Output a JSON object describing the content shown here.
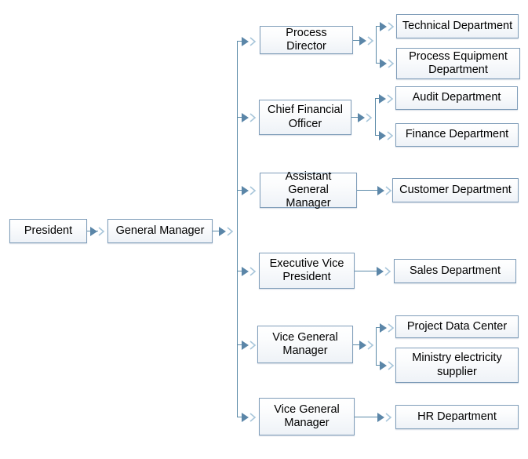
{
  "diagram": {
    "title": "Company Organizational Chart",
    "type": "org-chart",
    "colors": {
      "box_border": "#7f9db9",
      "box_fill_top": "#ffffff",
      "box_fill_bottom": "#eef2f7",
      "connector": "#5b8aa8",
      "arrow_solid": "#5b86a8",
      "arrow_outline": "#9fc0d6",
      "text": "#000000",
      "background": "#ffffff"
    },
    "icons": {
      "arrow": "double-chevron-arrow-icon"
    }
  },
  "nodes": {
    "president": {
      "label": "President"
    },
    "general_manager": {
      "label": "General Manager"
    },
    "process_director": {
      "label": "Process Director"
    },
    "chief_financial_officer": {
      "line1": "Chief Financial",
      "line2": "Officer"
    },
    "assistant_general_manager": {
      "line1": "Assistant General",
      "line2": "Manager"
    },
    "executive_vice_president": {
      "line1": "Executive Vice",
      "line2": "President"
    },
    "vice_general_manager_1": {
      "line1": "Vice General",
      "line2": "Manager"
    },
    "vice_general_manager_2": {
      "line1": "Vice General",
      "line2": "Manager"
    },
    "technical_department": {
      "label": "Technical Department"
    },
    "process_equipment_department": {
      "line1": "Process Equipment",
      "line2": "Department"
    },
    "audit_department": {
      "label": "Audit Department"
    },
    "finance_department": {
      "label": "Finance Department"
    },
    "customer_department": {
      "label": "Customer Department"
    },
    "sales_department": {
      "label": "Sales Department"
    },
    "project_data_center": {
      "label": "Project Data Center"
    },
    "ministry_electricity_supplier": {
      "line1": "Ministry electricity",
      "line2": "supplier"
    },
    "hr_department": {
      "label": "HR Department"
    }
  },
  "hierarchy": {
    "root": "President",
    "edges": [
      {
        "from": "President",
        "to": "General Manager"
      },
      {
        "from": "General Manager",
        "to": "Process Director"
      },
      {
        "from": "General Manager",
        "to": "Chief Financial Officer"
      },
      {
        "from": "General Manager",
        "to": "Assistant General Manager"
      },
      {
        "from": "General Manager",
        "to": "Executive Vice President"
      },
      {
        "from": "General Manager",
        "to": "Vice General Manager"
      },
      {
        "from": "General Manager",
        "to": "Vice General Manager"
      },
      {
        "from": "Process Director",
        "to": "Technical Department"
      },
      {
        "from": "Process Director",
        "to": "Process Equipment Department"
      },
      {
        "from": "Chief Financial Officer",
        "to": "Audit Department"
      },
      {
        "from": "Chief Financial Officer",
        "to": "Finance Department"
      },
      {
        "from": "Assistant General Manager",
        "to": "Customer Department"
      },
      {
        "from": "Executive Vice President",
        "to": "Sales Department"
      },
      {
        "from": "Vice General Manager",
        "to": "Project Data Center"
      },
      {
        "from": "Vice General Manager",
        "to": "Ministry electricity supplier"
      },
      {
        "from": "Vice General Manager",
        "to": "HR Department"
      }
    ]
  }
}
